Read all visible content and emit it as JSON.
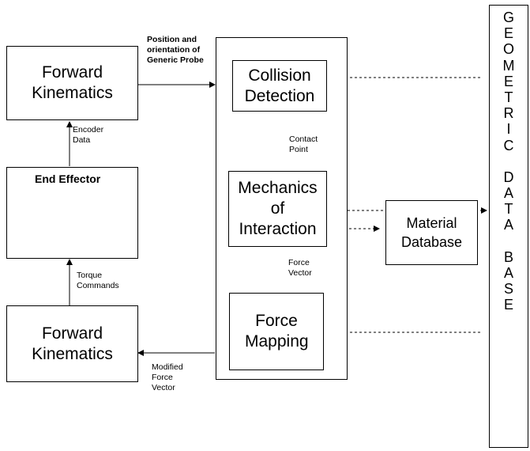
{
  "blocks": {
    "forward_kinematics_top": "Forward Kinematics",
    "end_effector": "End Effector",
    "forward_kinematics_bottom": "Forward Kinematics",
    "collision_detection": "Collision Detection",
    "mechanics_of_interaction": "Mechanics of Interaction",
    "force_mapping": "Force Mapping",
    "material_database": "Material Database",
    "geometric_database_letters": [
      "G",
      "E",
      "O",
      "M",
      "E",
      "T",
      "R",
      "I",
      "C",
      "",
      "D",
      "A",
      "T",
      "A",
      "",
      "B",
      "A",
      "S",
      "E"
    ]
  },
  "labels": {
    "position_orientation": "Position and orientation of Generic Probe",
    "encoder_data": "Encoder Data",
    "torque_commands": "Torque Commands",
    "contact_point": "Contact Point",
    "force_vector": "Force Vector",
    "modified_force_vector": "Modified Force Vector"
  }
}
